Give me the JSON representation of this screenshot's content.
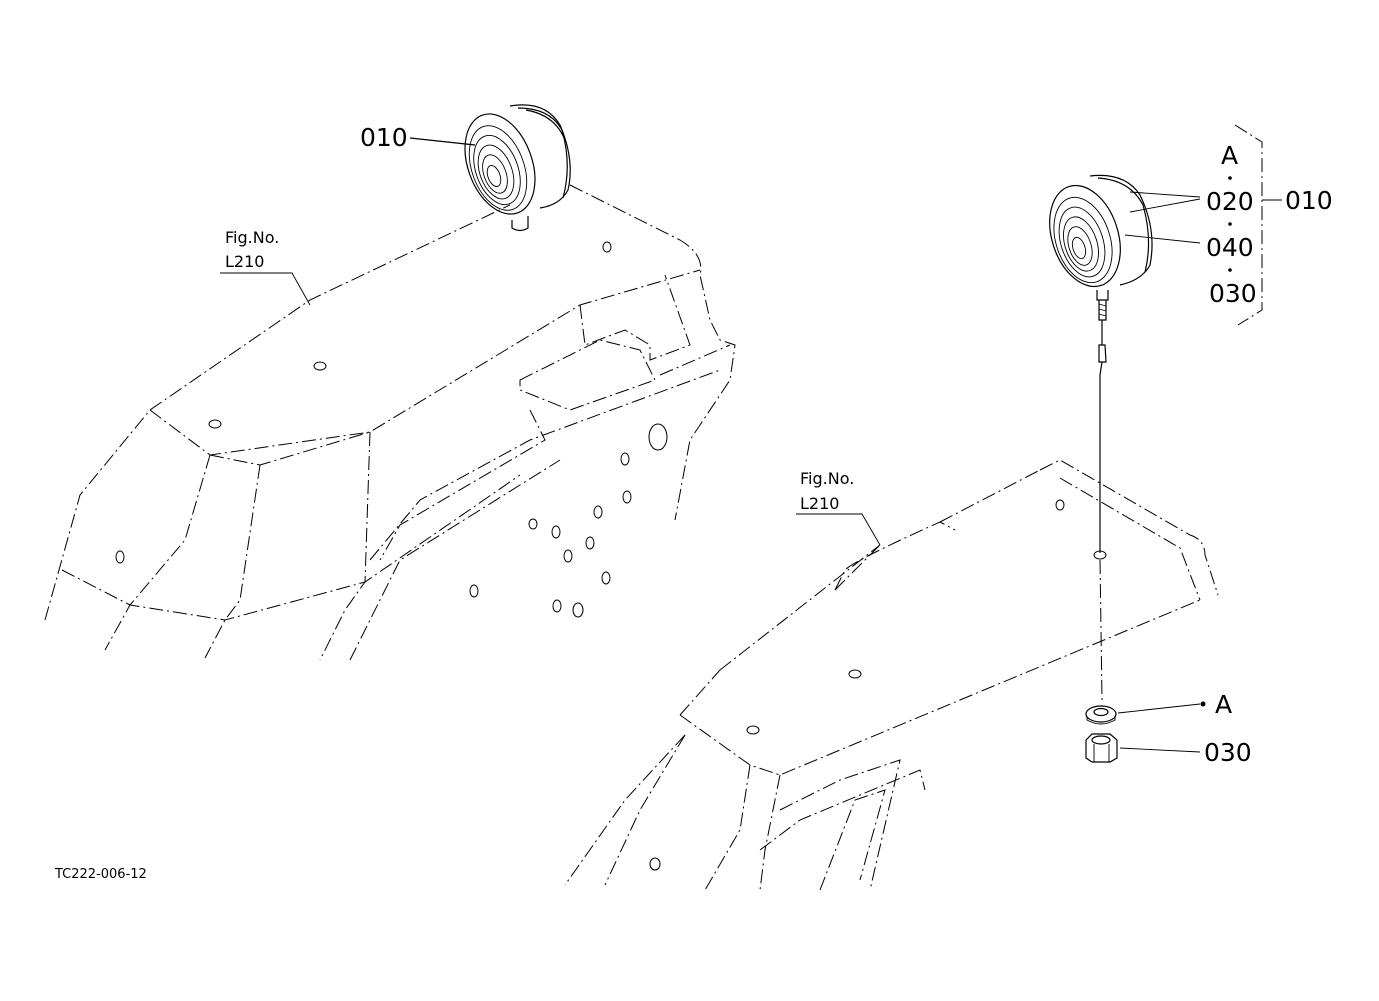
{
  "labels": {
    "left_lamp_part": "010",
    "right_bracket_part": "010",
    "part_020": "020",
    "part_040": "040",
    "part_030_top": "030",
    "part_030_nut": "030",
    "letter_a_top": "A",
    "letter_a_washer": "A",
    "fig_ref_left_line1": "Fig.No.",
    "fig_ref_left_line2": "L210",
    "fig_ref_right_line1": "Fig.No.",
    "fig_ref_right_line2": "L210",
    "drawing_code": "TC222-006-12"
  }
}
